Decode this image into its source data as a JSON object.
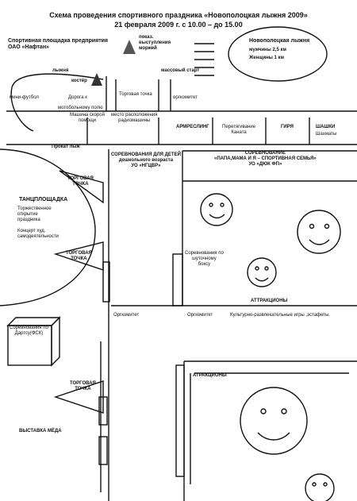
{
  "header": {
    "title": "Схема проведения спортивного праздника «Новополоцкая лыжня 2009»",
    "subtitle": "21 февраля 2009 г. с 10.00 – до 15.00"
  },
  "labels": {
    "sport_ground": "Спортивная площадка предприятия\nОАО «Нафтан»",
    "walrus": "показ.\nвыступления\nморжей",
    "ski_track_title": "Новополоцкая лыжня",
    "ski_men": "мужчины 2,5 км",
    "ski_women": "Женщины 1 км",
    "ski_track": "лыжня",
    "mass_start": "массовый старт",
    "bonfire": "костёр",
    "mini_football": "мини-футбол",
    "road_to": "Дорога к",
    "motor_field": "мотобольному полю",
    "trade_point_top": "Торговая точка",
    "orgcommittee_top": "оргкомитет",
    "ambulance": "Машина скорой\nпомощи",
    "radio_car": "место расположения\nрадиомашины",
    "armwrestling": "АРМРЕСЛИНГ",
    "tug_of_war": "Перетягивание\nКаната",
    "kettlebell": "ГИРЯ",
    "checkers": "ШАШКИ",
    "checkers_sub": "Шахматы",
    "ski_rental": "Прокат лыж",
    "kids_competition": "СОРЕВНОВАНИЯ ДЛЯ ДЕТЕЙ\nдошкольного возраста\nУО «НГЦВР»",
    "family_competition": "СОРЕВНОВАНИЕ\n«ПАПА,МАМА И Я – СПОРТИВНАЯ СЕМЬЯ»\nУО «ДЮК ФП»",
    "trade_point_1": "ТОРГОВАЯ\nТОЧКА",
    "dance_floor": "ТАНЦПЛОЩАДКА",
    "opening": "Торжественное\nоткрытие\nпраздника",
    "concert": "Концерт худ.\nсамодеятельности",
    "trade_point_2": "ТОРГОВАЯ\nТОЧКА",
    "joke_boxing": "Соревнования по\nшуточному\nбоксу",
    "attractions_1": "АТТРАКЦИОНЫ",
    "darts": "Соревнования по\nДартсу(ФСК)",
    "orgcommittee_mid": "Оргкомитет",
    "orgcommittee_right": "Оргкомитет",
    "cultural_games": "Культурно-развлекательные игры ,эстафеты.",
    "trade_point_3": "ТОРГОВАЯ\nТОЧКА",
    "attractions_2": "АТРАКЦИОНЫ",
    "honey_exhibition": "ВЫСТАВКА МЁДА"
  }
}
